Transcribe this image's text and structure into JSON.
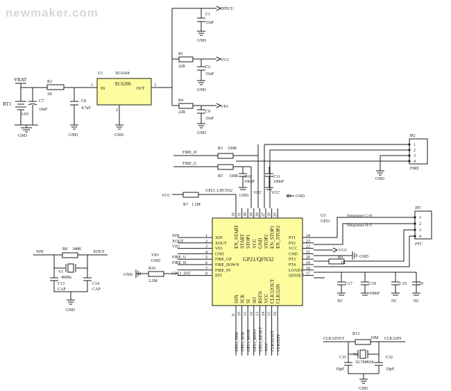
{
  "watermark": "newmaker.com",
  "colors": {
    "chip_fill": "#fdfda0",
    "wire": "#1a1a1a",
    "background": "#ffffff"
  },
  "power": {
    "vbat": "VBAT",
    "bt1": "BT1",
    "bt1_value": "3.6V",
    "c7": "C7",
    "c7_value": "10uF",
    "r2": "R2",
    "r2_value": "1K",
    "u1": "U1",
    "u1_part": "XC6204",
    "u1_chip": "XC6206",
    "u1_in": "IN",
    "u1_out": "OUT",
    "u1_pin_in": "1",
    "u1_pin_out": "3",
    "u1_pin_gnd": "2",
    "c8": "C8",
    "c8_value": "4.7uF",
    "c1": "C1",
    "c1_value": "33uF",
    "epecu": "EPECU",
    "r1": "R1",
    "r1_value": "22R",
    "c2": "C2",
    "c2_value": "33uF",
    "vcc": "VCC",
    "r4": "R4",
    "r4_value": "22R",
    "c9": "C9",
    "c9_value": "33uF",
    "vio": "VIO",
    "gnd": "GND"
  },
  "jp2": {
    "ref": "JP2",
    "label": "FIRE",
    "pins": [
      "1",
      "2",
      "3",
      "4"
    ],
    "r3": "R3",
    "r3_value": "330R",
    "r5": "R5",
    "r5_value": "330R",
    "fire_d": "FIRE_D",
    "fire_u": "FIRE_U",
    "c10": "C10",
    "c10_value": "100nF",
    "c11": "C11",
    "c11_value": "100nF"
  },
  "u3": {
    "ref": "U3",
    "name": "GP21",
    "chip": "GP21/QFN32",
    "r7": "R7",
    "r7_value": "1.2M",
    "net_lhcn": "GP21_LHCN32",
    "top_pins": [
      {
        "num": "32",
        "name": "EN_START"
      },
      {
        "num": "31",
        "name": "START"
      },
      {
        "num": "30",
        "name": "STOP1"
      },
      {
        "num": "29",
        "name": "VCC"
      },
      {
        "num": "28",
        "name": "GND"
      },
      {
        "num": "27",
        "name": "STOP2"
      },
      {
        "num": "26",
        "name": "EN_STOP1"
      },
      {
        "num": "25",
        "name": "EN_STOP2"
      }
    ],
    "left_pins": [
      {
        "num": "1",
        "name": "XIN"
      },
      {
        "num": "2",
        "name": "XOUT"
      },
      {
        "num": "3",
        "name": "VIO"
      },
      {
        "num": "4",
        "name": "GND"
      },
      {
        "num": "5",
        "name": "FIRE_UP"
      },
      {
        "num": "6",
        "name": "FIRE_DOWN"
      },
      {
        "num": "7",
        "name": "FIRE_IN"
      },
      {
        "num": "8",
        "name": "INT"
      }
    ],
    "left_nets": [
      "XIN",
      "XOUT",
      "VIO",
      "",
      "FIRE_U",
      "FIRE_D",
      "",
      "GP21_INT"
    ],
    "r10": "R10",
    "r10_value": "2.2M",
    "right_pins": [
      {
        "num": "24",
        "name": "PT1"
      },
      {
        "num": "23",
        "name": "PT2"
      },
      {
        "num": "22",
        "name": "VCC"
      },
      {
        "num": "21",
        "name": "GND"
      },
      {
        "num": "20",
        "name": "PT3"
      },
      {
        "num": "19",
        "name": "PT4"
      },
      {
        "num": "18",
        "name": "LOAD1"
      },
      {
        "num": "17",
        "name": "SENSET"
      }
    ],
    "bottom_pins": [
      {
        "num": "9",
        "name": "SSN"
      },
      {
        "num": "10",
        "name": "SCK"
      },
      {
        "num": "11",
        "name": "SI"
      },
      {
        "num": "12",
        "name": "SO"
      },
      {
        "num": "13",
        "name": "RSTN"
      },
      {
        "num": "14",
        "name": "VCC"
      },
      {
        "num": "15",
        "name": "CLK32OUT"
      },
      {
        "num": "16",
        "name": "CLK32IN"
      }
    ],
    "bottom_nets": [
      "GP21_SSN",
      "GP21_SCK",
      "GP21_MOSI",
      "GP21_MISO",
      "GP21_RESET",
      "VCC",
      "CLK32OUT",
      "CLK32IN"
    ],
    "r9": "R9",
    "r9_value": "1K",
    "c17": "C17",
    "c18": "C18",
    "c18_value": "100nF",
    "c19": "C19",
    "c20": "C20",
    "nc": "NC"
  },
  "jp3": {
    "ref": "JP3",
    "label": "PTC",
    "pins": [
      "1",
      "2",
      "3",
      "4"
    ],
    "temp_cold": "Temperature C+H",
    "temp_hot": "Temperature H+T"
  },
  "xtal4m": {
    "xin": "XIN",
    "xout": "XOUT",
    "r8": "R8",
    "r8_value": "348K",
    "y1": "Y1",
    "y1_value": "4MHz",
    "c13": "C13",
    "c13_value": "CAP",
    "c14": "C14",
    "c14_value": "CAP"
  },
  "xtal32k": {
    "clk_out": "CLK32OUT",
    "clk_in": "CLK32IN",
    "r13": "R13",
    "r13_value": "10M",
    "y2": "Y2",
    "y2_value": "32.768KHz",
    "c31": "C31",
    "c31_value": "10pF",
    "c32": "C32",
    "c32_value": "10pF"
  }
}
